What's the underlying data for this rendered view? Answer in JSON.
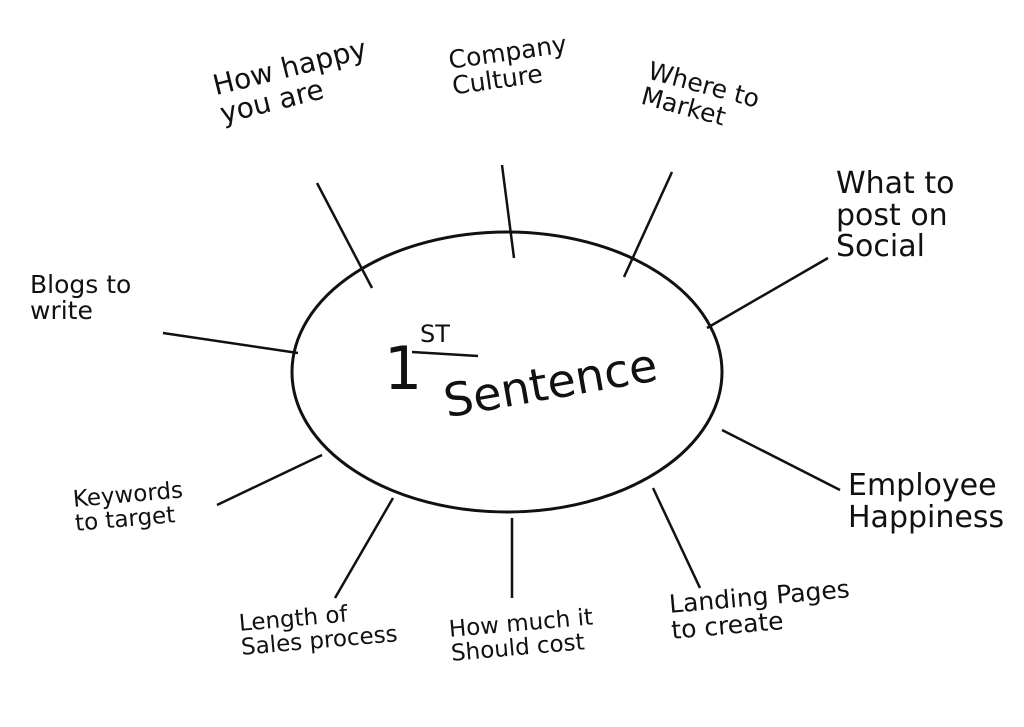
{
  "center": {
    "number": "1",
    "superscript": "ST",
    "word": "Sentence"
  },
  "branches": [
    {
      "id": "how-happy",
      "text": "How happy\nyou are"
    },
    {
      "id": "company-culture",
      "text": "Company\nCulture"
    },
    {
      "id": "where-to-market",
      "text": "Where to\nMarket"
    },
    {
      "id": "what-to-post",
      "text": "What to\npost on\nSocial"
    },
    {
      "id": "blogs",
      "text": "Blogs to\nwrite"
    },
    {
      "id": "employee-happiness",
      "text": "Employee\nHappiness"
    },
    {
      "id": "landing-pages",
      "text": "Landing Pages\nto create"
    },
    {
      "id": "how-much",
      "text": "How much it\nShould cost"
    },
    {
      "id": "length-sales",
      "text": "Length of\nSales process"
    },
    {
      "id": "keywords",
      "text": "Keywords\nto target"
    }
  ]
}
